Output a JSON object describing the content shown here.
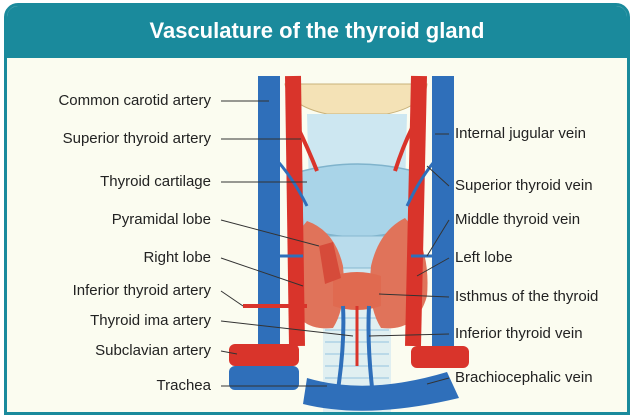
{
  "title": "Vasculature of the thyroid gland",
  "labels_left": [
    "Common carotid artery",
    "Superior thyroid artery",
    "Thyroid cartilage",
    "Pyramidal lobe",
    "Right lobe",
    "Inferior thyroid artery",
    "Thyroid ima artery",
    "Subclavian artery",
    "Trachea"
  ],
  "labels_right": [
    "Internal jugular vein",
    "Superior thyroid vein",
    "Middle thyroid vein",
    "Left lobe",
    "Isthmus of the thyroid",
    "Inferior thyroid vein",
    "Brachiocephalic vein"
  ],
  "colors": {
    "header": "#1a8a9c",
    "artery": "#d9342b",
    "vein": "#2f6fba",
    "thyroid": "#e0735a",
    "cartilage": "#a9d4e8"
  }
}
